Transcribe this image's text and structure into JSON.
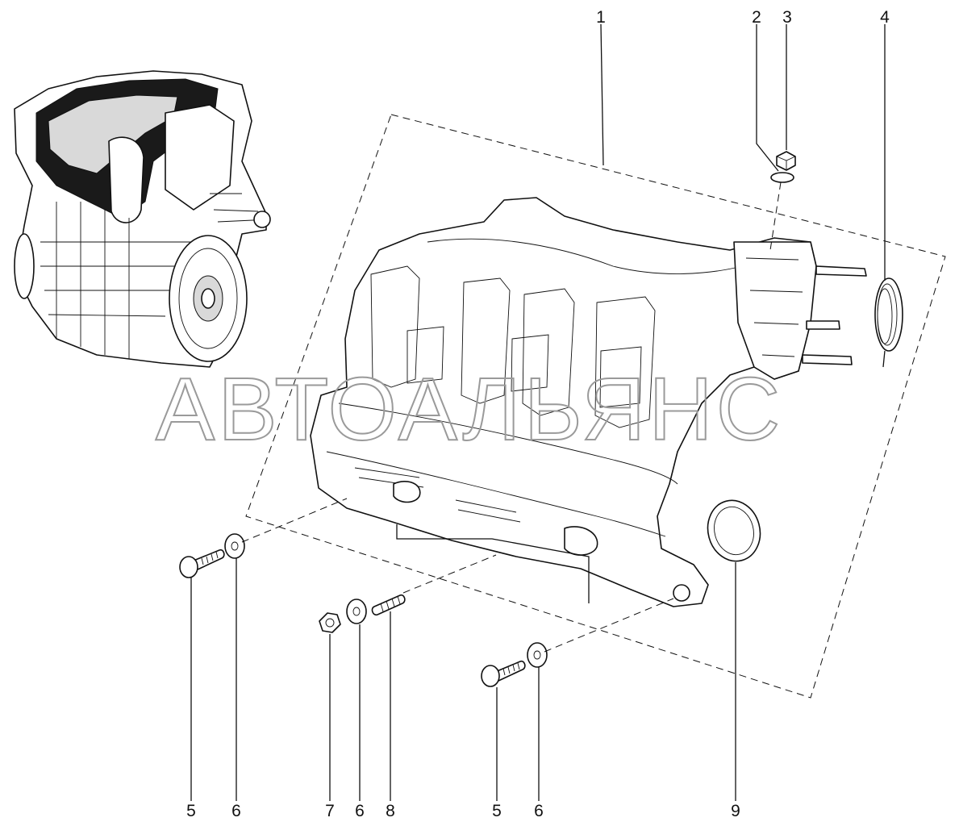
{
  "watermark": "АВТОАЛЬЯНС",
  "callouts": {
    "c1": "1",
    "c2": "2",
    "c3": "3",
    "c4": "4",
    "c5a": "5",
    "c6a": "6",
    "c7": "7",
    "c6b": "6",
    "c8": "8",
    "c5b": "5",
    "c6c": "6",
    "c9": "9"
  },
  "colors": {
    "line": "#111111",
    "watermark": "#9a9a9a",
    "background": "#ffffff"
  }
}
